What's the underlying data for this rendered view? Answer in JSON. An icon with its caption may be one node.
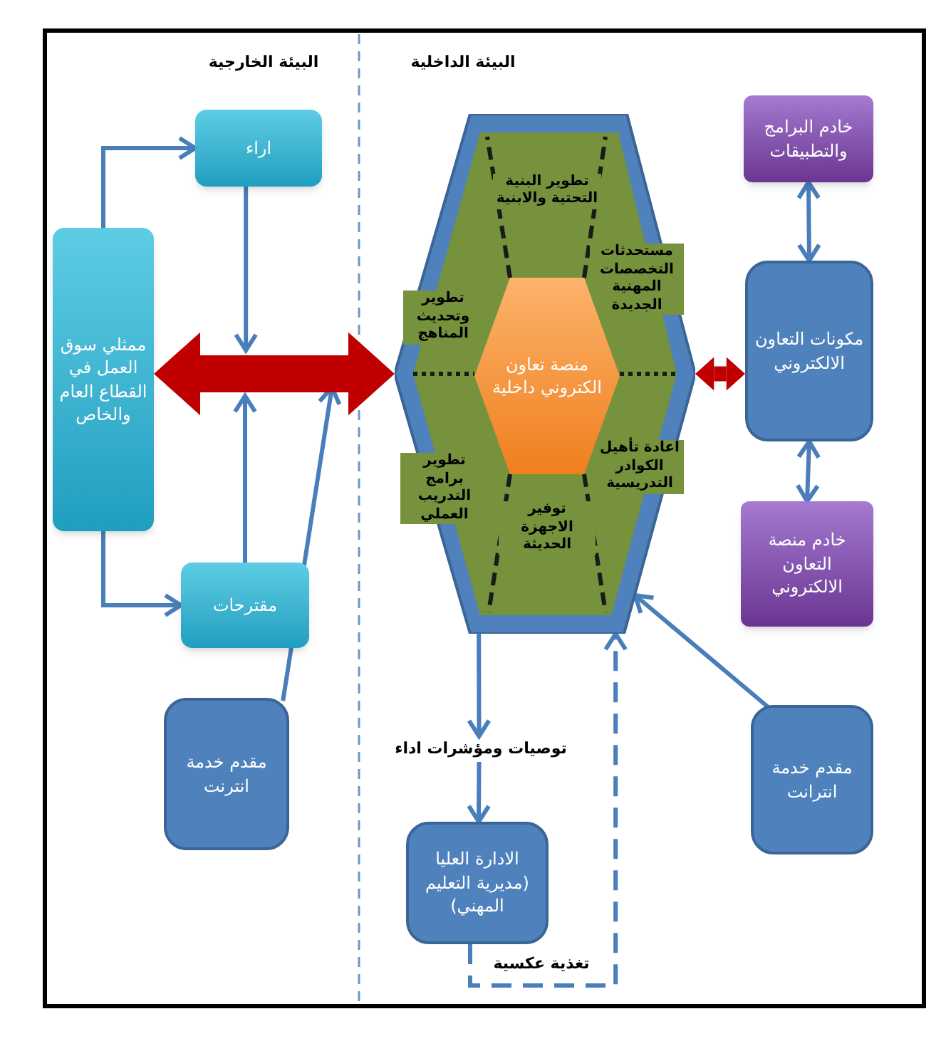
{
  "diagram": {
    "nodes": [
      {
        "text": [
          "اراء"
        ]
      },
      {
        "text": [
          "ممثلي سوق العمل في القطاع العام والخاص"
        ]
      },
      {
        "text": [
          "مقترحات"
        ]
      },
      {
        "text": [
          "مقدم خدمة انترنت"
        ]
      },
      {
        "text": [],
        "shape": "hexagon"
      },
      {
        "text": [
          "تطوير البنية التحتية والابنية"
        ],
        "in": 4
      },
      {
        "text": [
          "مستحدثات التخصصات المهنية الجديدة"
        ],
        "in": 4
      },
      {
        "text": [
          "تطوير وتحديث المناهج"
        ],
        "in": 4
      },
      {
        "text": [
          "منصة تعاون الكتروني داخلية"
        ],
        "in": 4
      },
      {
        "text": [
          "اعادة تأهيل الكوادر التدريسية"
        ],
        "in": 4
      },
      {
        "text": [
          "تطوير برامج التدريب العملي"
        ],
        "in": 4
      },
      {
        "text": [
          "توفير الاجهزة الحديثة"
        ],
        "in": 4
      },
      {
        "text": [
          "خادم البرامج والتطبيقات"
        ]
      },
      {
        "text": [
          "مكونات التعاون الالكتروني"
        ]
      },
      {
        "text": [
          "خادم منصة التعاون الالكتروني"
        ]
      },
      {
        "text": [
          "مقدم خدمة انترانت"
        ]
      },
      {
        "text": [
          "توصيات ومؤشرات اداء"
        ]
      },
      {
        "text": [
          "الادارة العليا (مديرية التعليم المهني)"
        ]
      }
    ],
    "edges": [
      {
        "from": 1,
        "to": 0,
        "arrow": "to"
      },
      {
        "from": 1,
        "to": 2,
        "arrow": "to"
      },
      {
        "from": 0,
        "to": null,
        "arrow": "to"
      },
      {
        "from": 2,
        "to": null,
        "arrow": "to"
      },
      {
        "from": 3,
        "to": null,
        "arrow": "to"
      },
      {
        "from": 1,
        "to": 4,
        "arrow": "both",
        "style": "thick",
        "color": "#c00000"
      },
      {
        "from": 4,
        "to": 13,
        "arrow": "both",
        "style": "thick",
        "color": "#c00000"
      },
      {
        "from": 12,
        "to": 13,
        "arrow": "both"
      },
      {
        "from": 13,
        "to": 14,
        "arrow": "both"
      },
      {
        "from": 15,
        "to": 4,
        "arrow": "to"
      },
      {
        "from": 4,
        "to": 16,
        "arrow": "to"
      },
      {
        "from": 16,
        "to": 17,
        "arrow": "to"
      },
      {
        "from": 17,
        "to": 4,
        "arrow": "to",
        "style": "dashed",
        "label": "تغذية عكسية"
      }
    ],
    "labels": [
      "البيئة الخارجية",
      "البيئة الداخلية"
    ]
  }
}
